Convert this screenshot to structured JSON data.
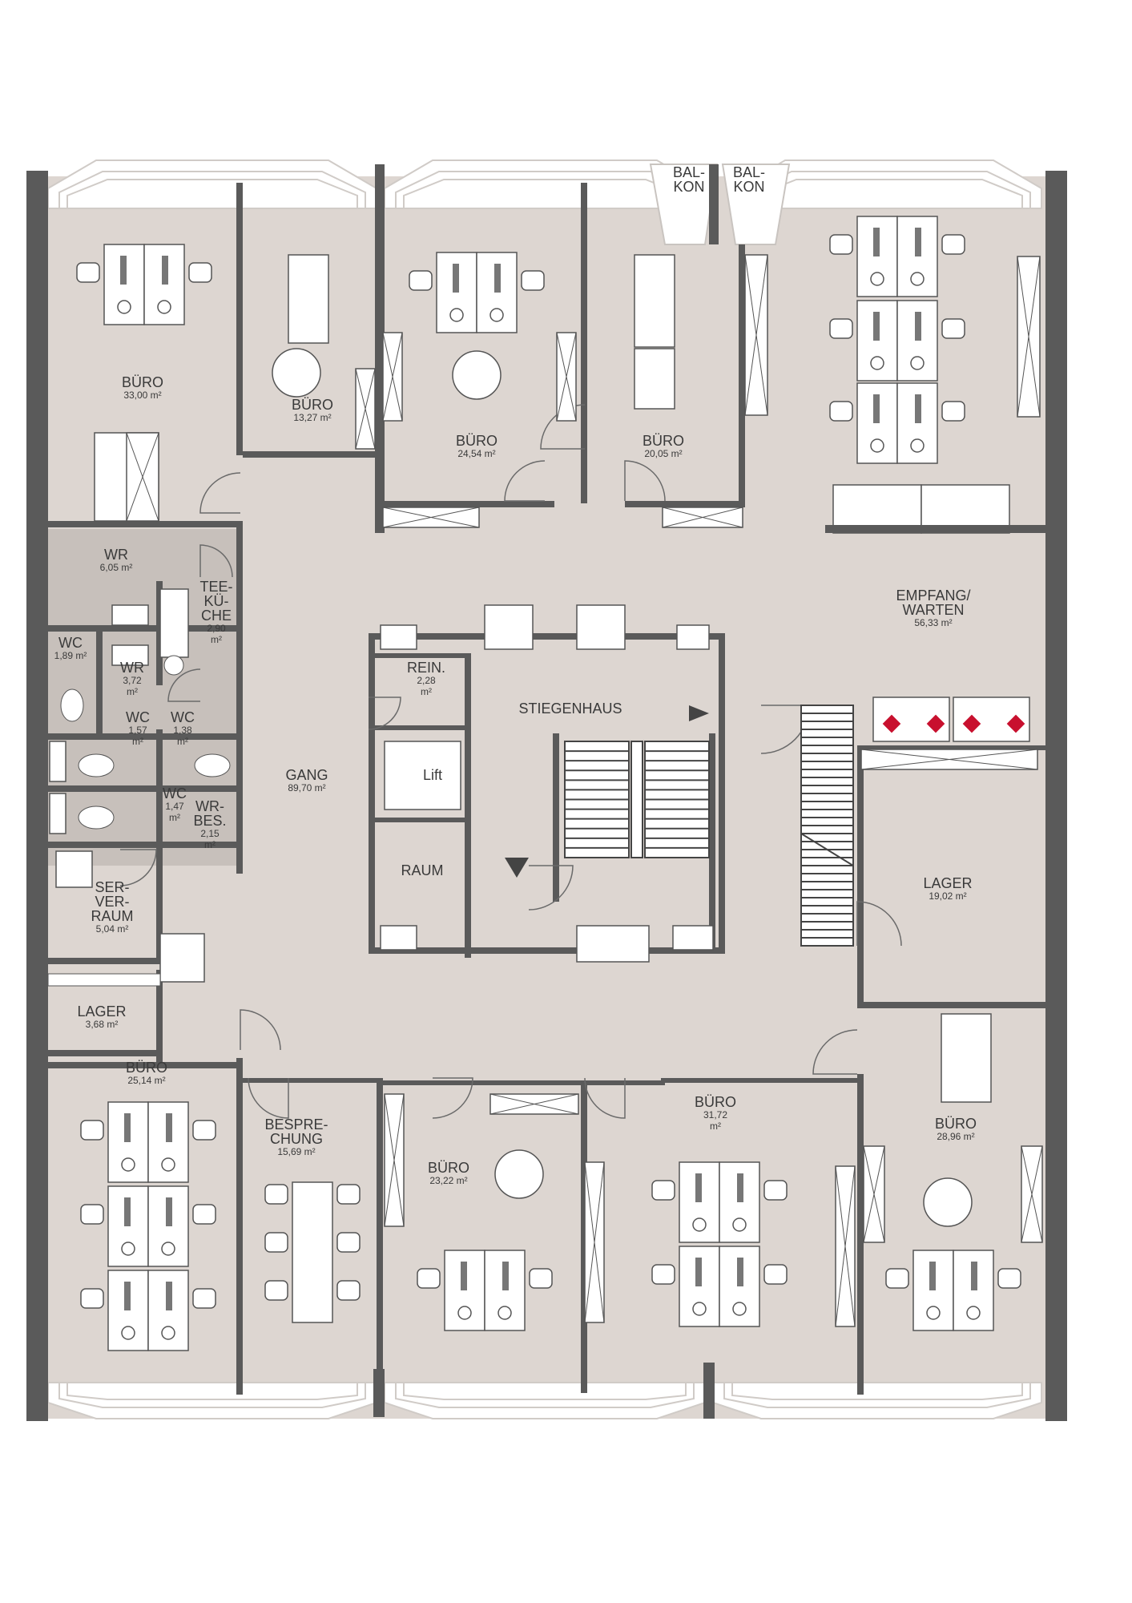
{
  "colors": {
    "floor": "#ddd6d1",
    "wet_floor": "#c7c0bb",
    "wall": "#5a5a5a",
    "furniture": "#ffffff",
    "accent": "#c8102e"
  },
  "rooms": [
    {
      "id": "bueroA",
      "name": [
        "BÜRO"
      ],
      "area": [
        "33,00 m²"
      ]
    },
    {
      "id": "bueroB",
      "name": [
        "BÜRO"
      ],
      "area": [
        "13,27 m²"
      ]
    },
    {
      "id": "bueroC",
      "name": [
        "BÜRO"
      ],
      "area": [
        "24,54 m²"
      ]
    },
    {
      "id": "bueroD",
      "name": [
        "BÜRO"
      ],
      "area": [
        "20,05 m²"
      ]
    },
    {
      "id": "balkon1",
      "name": [
        "BAL-",
        "KON"
      ],
      "area": []
    },
    {
      "id": "balkon2",
      "name": [
        "BAL-",
        "KON"
      ],
      "area": []
    },
    {
      "id": "empfang",
      "name": [
        "EMPFANG/",
        "WARTEN"
      ],
      "area": [
        "56,33 m²"
      ]
    },
    {
      "id": "wr1",
      "name": [
        "WR"
      ],
      "area": [
        "6,05 m²"
      ]
    },
    {
      "id": "teekueche",
      "name": [
        "TEE-",
        "KÜ-",
        "CHE"
      ],
      "area": [
        "2,90",
        "m²"
      ]
    },
    {
      "id": "wc1",
      "name": [
        "WC"
      ],
      "area": [
        "1,89 m²"
      ]
    },
    {
      "id": "wr2",
      "name": [
        "WR"
      ],
      "area": [
        "3,72",
        "m²"
      ]
    },
    {
      "id": "wc2",
      "name": [
        "WC"
      ],
      "area": [
        "1,57",
        "m²"
      ]
    },
    {
      "id": "wc3",
      "name": [
        "WC"
      ],
      "area": [
        "1,38",
        "m²"
      ]
    },
    {
      "id": "wc4",
      "name": [
        "WC"
      ],
      "area": [
        "1,47",
        "m²"
      ]
    },
    {
      "id": "wrbes",
      "name": [
        "WR-",
        "BES."
      ],
      "area": [
        "2,15",
        "m²"
      ]
    },
    {
      "id": "serverraum",
      "name": [
        "SER-",
        "VER-",
        "RAUM"
      ],
      "area": [
        "5,04 m²"
      ]
    },
    {
      "id": "lagerS",
      "name": [
        "LAGER"
      ],
      "area": [
        "3,68 m²"
      ]
    },
    {
      "id": "gang",
      "name": [
        "GANG"
      ],
      "area": [
        "89,70 m²"
      ]
    },
    {
      "id": "rein",
      "name": [
        "REIN."
      ],
      "area": [
        "2,28",
        "m²"
      ]
    },
    {
      "id": "stiegenhaus",
      "name": [
        "STIEGENHAUS"
      ],
      "area": []
    },
    {
      "id": "lift",
      "name": [
        "Lift"
      ],
      "area": []
    },
    {
      "id": "raum",
      "name": [
        "RAUM"
      ],
      "area": []
    },
    {
      "id": "lagerL",
      "name": [
        "LAGER"
      ],
      "area": [
        "19,02 m²"
      ]
    },
    {
      "id": "bueroE",
      "name": [
        "BÜRO"
      ],
      "area": [
        "25,14 m²"
      ]
    },
    {
      "id": "besprechung",
      "name": [
        "BESPRE-",
        "CHUNG"
      ],
      "area": [
        "15,69 m²"
      ]
    },
    {
      "id": "bueroF",
      "name": [
        "BÜRO"
      ],
      "area": [
        "23,22 m²"
      ]
    },
    {
      "id": "bueroG",
      "name": [
        "BÜRO"
      ],
      "area": [
        "31,72",
        "m²"
      ]
    },
    {
      "id": "bueroH",
      "name": [
        "BÜRO"
      ],
      "area": [
        "28,96 m²"
      ]
    }
  ]
}
